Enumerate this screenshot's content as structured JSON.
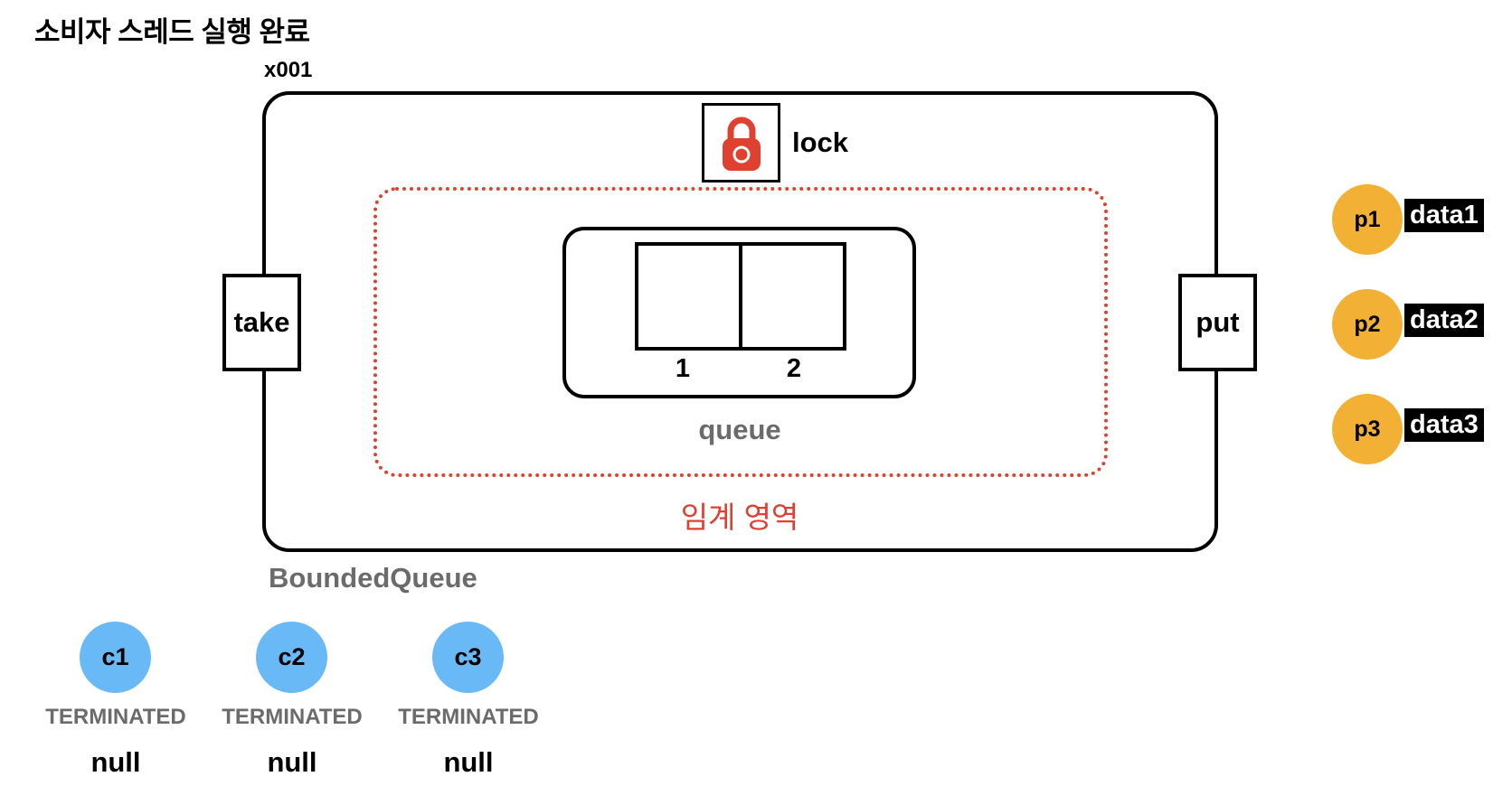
{
  "title": "소비자 스레드 실행 완료",
  "instance_address": "x001",
  "lock": {
    "label": "lock",
    "icon": "padlock-icon",
    "color": "#e0402f"
  },
  "queue": {
    "label": "queue",
    "slots": [
      {
        "index": "1"
      },
      {
        "index": "2"
      }
    ]
  },
  "critical_section_label": "임계 영역",
  "methods": {
    "take": "take",
    "put": "put"
  },
  "class_label": "BoundedQueue",
  "producers": [
    {
      "name": "p1",
      "data": "data1"
    },
    {
      "name": "p2",
      "data": "data2"
    },
    {
      "name": "p3",
      "data": "data3"
    }
  ],
  "consumers": [
    {
      "name": "c1",
      "state": "TERMINATED",
      "result": "null"
    },
    {
      "name": "c2",
      "state": "TERMINATED",
      "result": "null"
    },
    {
      "name": "c3",
      "state": "TERMINATED",
      "result": "null"
    }
  ],
  "colors": {
    "producer": "#f2b134",
    "consumer": "#6ab9f7",
    "critical": "#e0402f",
    "muted": "#6b6b6b"
  }
}
